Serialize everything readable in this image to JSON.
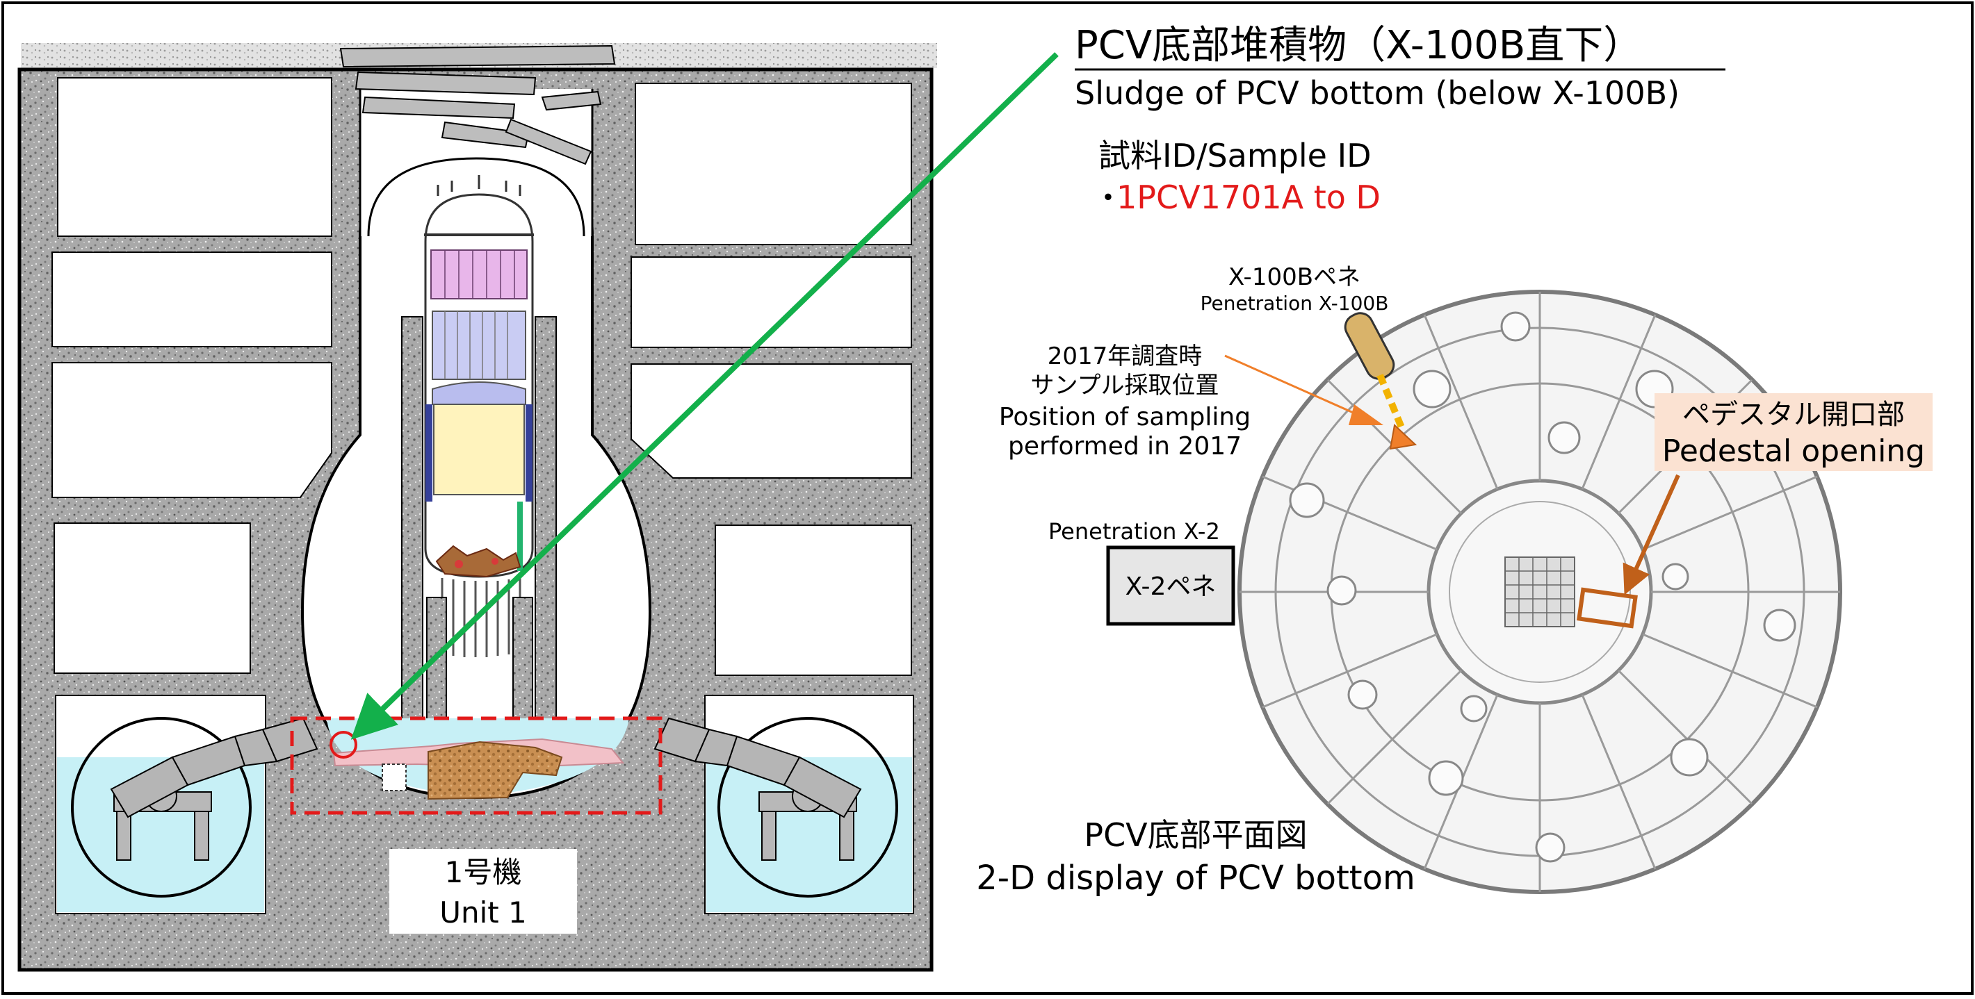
{
  "title": {
    "jp": "PCV底部堆積物（X-100B直下）",
    "en": "Sludge of PCV bottom (below X-100B)"
  },
  "sample": {
    "heading": "試料ID/Sample ID",
    "bullet": "・",
    "id": "1PCV1701A to D"
  },
  "unit_label": {
    "jp": "1号機",
    "en": "Unit 1"
  },
  "plan": {
    "caption_jp": "PCV底部平面図",
    "caption_en": "2-D display of PCV bottom"
  },
  "callouts": {
    "x100b_jp": "X-100Bペネ",
    "x100b_en": "Penetration X-100B",
    "sampling_jp1": "2017年調査時",
    "sampling_jp2": "サンプル採取位置",
    "sampling_en1": "Position of sampling",
    "sampling_en2": "performed in 2017",
    "pedestal_jp": "ペデスタル開口部",
    "pedestal_en": "Pedestal opening",
    "x2_en": "Penetration X-2",
    "x2_jp": "X-2ペネ"
  },
  "colors": {
    "arrow_green": "#13b04b",
    "sample_red": "#e31a1a",
    "orange_arrow": "#f07f2a",
    "pedestal_brown": "#c0601a",
    "pedestal_box_fill": "#fbe2d2",
    "concrete": "#a7a7a7",
    "water": "#c7f0f6"
  }
}
